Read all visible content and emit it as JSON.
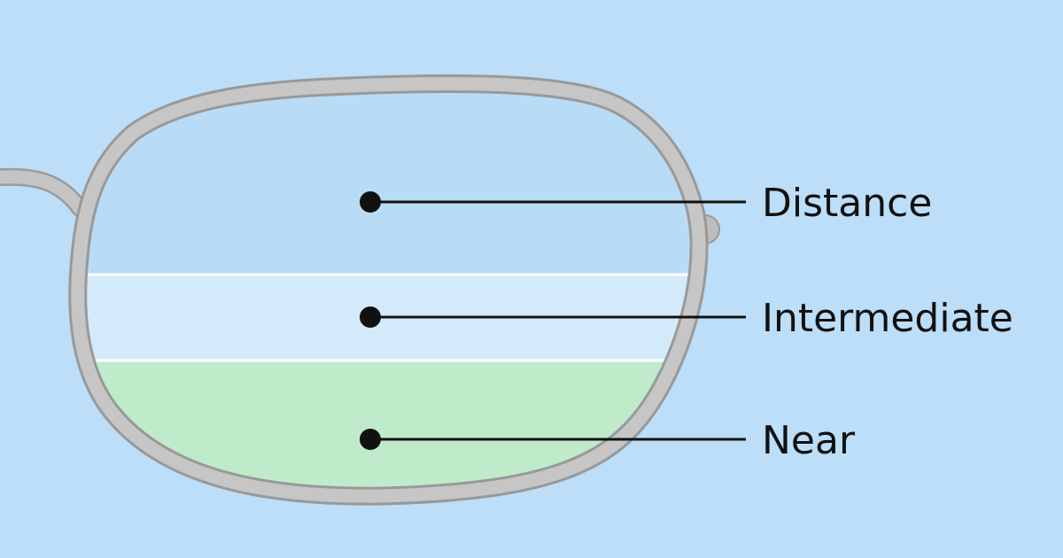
{
  "colors": {
    "background": "#bcdef8",
    "frame": "#b7b7b7",
    "frame_edge": "#9a9a9a",
    "distance_zone": "#b9dcf6",
    "intermediate_zone": "#d3eafb",
    "near_zone": "#bfebcb",
    "divider": "#ffffff",
    "marker": "#111111"
  },
  "zones": [
    {
      "id": "distance",
      "label": "Distance"
    },
    {
      "id": "intermediate",
      "label": "Intermediate"
    },
    {
      "id": "near",
      "label": "Near"
    }
  ]
}
